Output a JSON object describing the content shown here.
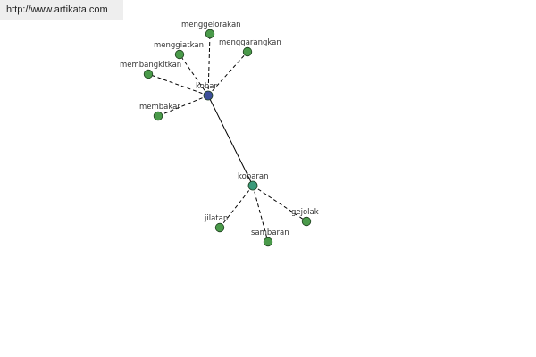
{
  "watermark": "http://www.artikata.com",
  "colors": {
    "main_node": "#3d4f9a",
    "secondary_node": "#3a9a7a",
    "leaf_node": "#4a9a4a",
    "node_stroke": "#1f3f1f",
    "edge": "#000000",
    "label": "#333333"
  },
  "nodes": [
    {
      "id": "kobar",
      "label": "kobar",
      "kind": "main"
    },
    {
      "id": "kobaran",
      "label": "kobaran",
      "kind": "secondary"
    },
    {
      "id": "menggelorakan",
      "label": "menggelorakan",
      "kind": "leaf"
    },
    {
      "id": "menggiatkan",
      "label": "menggiatkan",
      "kind": "leaf"
    },
    {
      "id": "menggarangkan",
      "label": "menggarangkan",
      "kind": "leaf"
    },
    {
      "id": "membangkitkan",
      "label": "membangkitkan",
      "kind": "leaf"
    },
    {
      "id": "membakar",
      "label": "membakar",
      "kind": "leaf"
    },
    {
      "id": "jilatan",
      "label": "jilatan",
      "kind": "leaf"
    },
    {
      "id": "sambaran",
      "label": "sambaran",
      "kind": "leaf"
    },
    {
      "id": "gejolak",
      "label": "gejolak",
      "kind": "leaf"
    }
  ],
  "edges": [
    {
      "from": "kobar",
      "to": "kobaran",
      "style": "solid"
    },
    {
      "from": "kobar",
      "to": "menggelorakan",
      "style": "dashed"
    },
    {
      "from": "kobar",
      "to": "menggiatkan",
      "style": "dashed"
    },
    {
      "from": "kobar",
      "to": "menggarangkan",
      "style": "dashed"
    },
    {
      "from": "kobar",
      "to": "membangkitkan",
      "style": "dashed"
    },
    {
      "from": "kobar",
      "to": "membakar",
      "style": "dashed"
    },
    {
      "from": "kobaran",
      "to": "jilatan",
      "style": "dashed"
    },
    {
      "from": "kobaran",
      "to": "sambaran",
      "style": "dashed"
    },
    {
      "from": "kobaran",
      "to": "gejolak",
      "style": "dashed"
    }
  ]
}
